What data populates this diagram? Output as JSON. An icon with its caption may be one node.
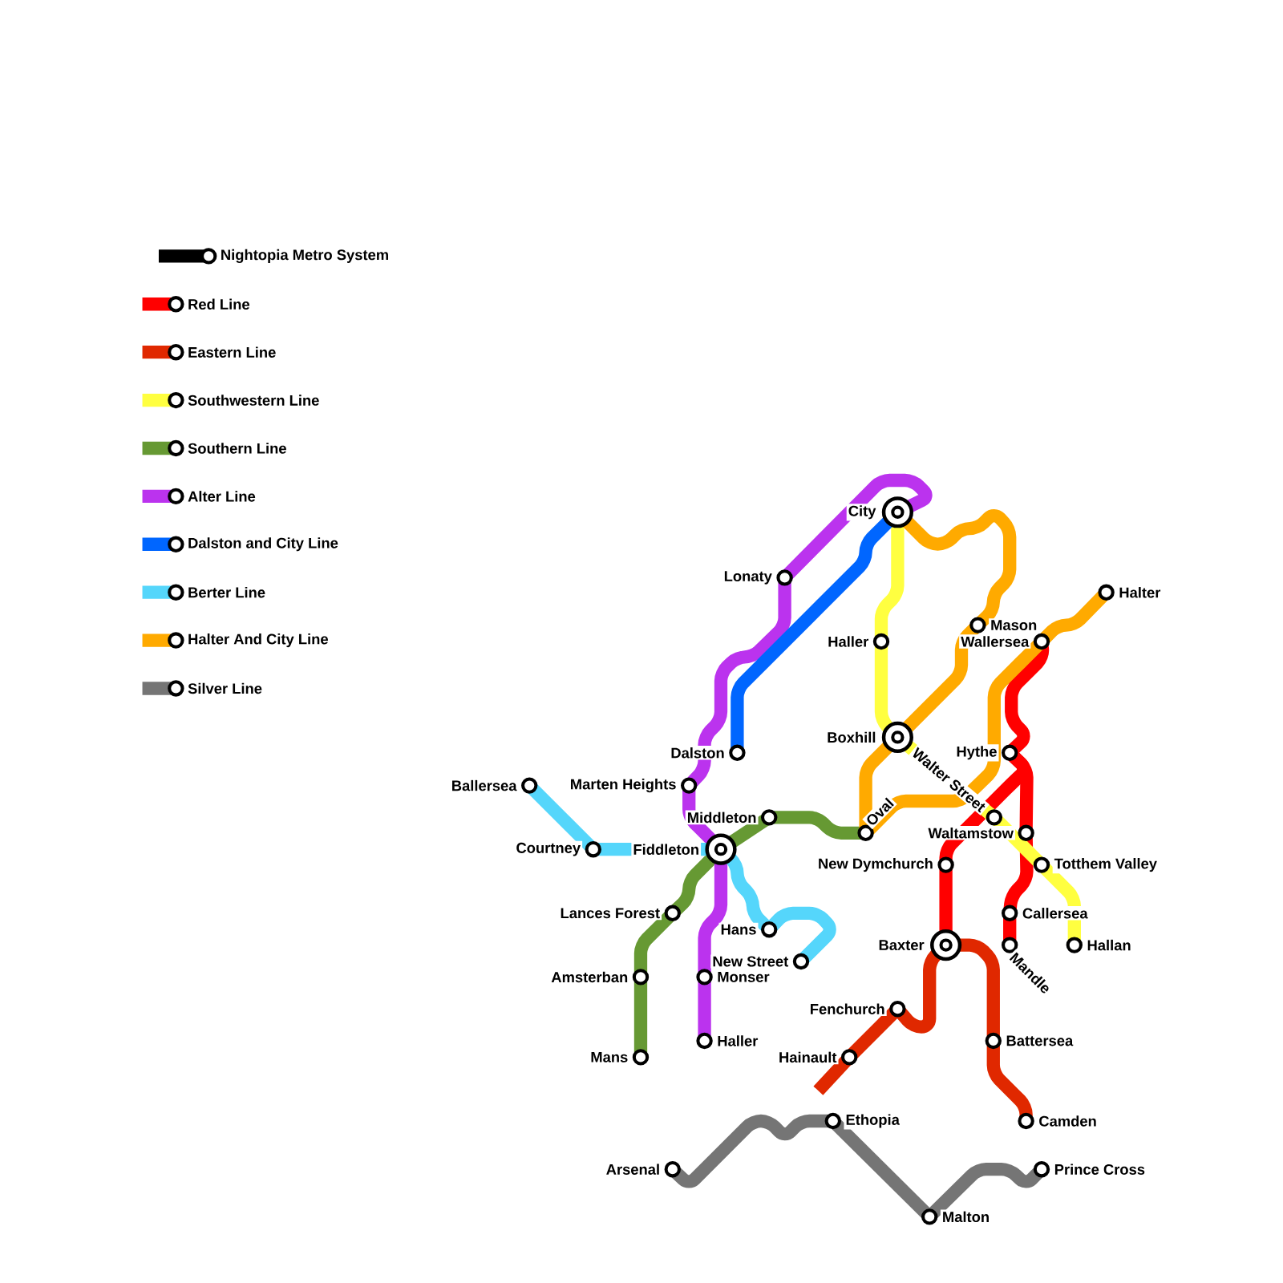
{
  "diagram": {
    "nodes": [
      {
        "text": [
          "City"
        ]
      },
      {
        "text": [
          "Lonaty"
        ]
      },
      {
        "text": [
          "Haller"
        ]
      },
      {
        "text": [
          "Mason"
        ]
      },
      {
        "text": [
          "Wallersea"
        ]
      },
      {
        "text": [
          "Halter"
        ]
      },
      {
        "text": [
          "Boxhill"
        ]
      },
      {
        "text": [
          "Hythe"
        ]
      },
      {
        "text": [
          "Dalston"
        ]
      },
      {
        "text": [
          "Ballersea"
        ]
      },
      {
        "text": [
          "Marten Heights"
        ]
      },
      {
        "text": [
          "Walter Street"
        ]
      },
      {
        "text": [
          "Middleton"
        ]
      },
      {
        "text": [
          "Oval"
        ]
      },
      {
        "text": [
          "Waltamstow"
        ]
      },
      {
        "text": [
          "Courtney"
        ]
      },
      {
        "text": [
          "Fiddleton"
        ]
      },
      {
        "text": [
          "New Dymchurch"
        ]
      },
      {
        "text": [
          "Totthem Valley"
        ]
      },
      {
        "text": [
          "Lances Forest"
        ]
      },
      {
        "text": [
          "Callersea"
        ]
      },
      {
        "text": [
          "Hans"
        ]
      },
      {
        "text": [
          "Baxter"
        ]
      },
      {
        "text": [
          "Mandle"
        ]
      },
      {
        "text": [
          "Hallan"
        ]
      },
      {
        "text": [
          "New Street"
        ]
      },
      {
        "text": [
          "Amsterban"
        ]
      },
      {
        "text": [
          "Monser"
        ]
      },
      {
        "text": [
          "Fenchurch"
        ]
      },
      {
        "text": [
          "Haller"
        ]
      },
      {
        "text": [
          "Battersea"
        ]
      },
      {
        "text": [
          "Hainault"
        ]
      },
      {
        "text": [
          "Mans"
        ]
      },
      {
        "text": [
          "Ethopia"
        ]
      },
      {
        "text": [
          "Camden"
        ]
      },
      {
        "text": [
          "Arsenal"
        ]
      },
      {
        "text": [
          "Prince Cross"
        ]
      },
      {
        "text": [
          "Malton"
        ]
      }
    ],
    "edges": [
      {
        "from": 4,
        "to": 7,
        "arrow": "none",
        "color": "#ff0000"
      },
      {
        "from": 7,
        "to": 14,
        "arrow": "none",
        "color": "#ff0000"
      },
      {
        "from": 17,
        "to": 7,
        "arrow": "none",
        "color": "#ff0000"
      },
      {
        "from": 14,
        "to": 20,
        "arrow": "none",
        "color": "#ff0000"
      },
      {
        "from": 20,
        "to": 23,
        "arrow": "none",
        "color": "#ff0000"
      },
      {
        "from": 17,
        "to": 22,
        "arrow": "none",
        "color": "#ff0000"
      },
      {
        "from": null,
        "to": 31,
        "arrow": "none",
        "color": "#e02800"
      },
      {
        "from": 31,
        "to": 28,
        "arrow": "none",
        "color": "#e02800"
      },
      {
        "from": 28,
        "to": 22,
        "arrow": "none",
        "color": "#e02800"
      },
      {
        "from": 22,
        "to": 30,
        "arrow": "none",
        "color": "#e02800"
      },
      {
        "from": 30,
        "to": 34,
        "arrow": "none",
        "color": "#e02800"
      },
      {
        "from": 0,
        "to": 2,
        "arrow": "none",
        "color": "#ffff40"
      },
      {
        "from": 2,
        "to": 6,
        "arrow": "none",
        "color": "#ffff40"
      },
      {
        "from": 6,
        "to": 11,
        "arrow": "none",
        "color": "#ffff40"
      },
      {
        "from": 11,
        "to": 18,
        "arrow": "none",
        "color": "#ffff40"
      },
      {
        "from": 18,
        "to": 24,
        "arrow": "none",
        "color": "#ffff40"
      },
      {
        "from": 32,
        "to": 26,
        "arrow": "none",
        "color": "#669933"
      },
      {
        "from": 26,
        "to": 19,
        "arrow": "none",
        "color": "#669933"
      },
      {
        "from": 19,
        "to": 16,
        "arrow": "none",
        "color": "#669933"
      },
      {
        "from": 16,
        "to": 12,
        "arrow": "none",
        "color": "#669933"
      },
      {
        "from": 12,
        "to": 13,
        "arrow": "none",
        "color": "#669933"
      },
      {
        "from": 0,
        "to": 1,
        "arrow": "none",
        "color": "#bb33ee"
      },
      {
        "from": 1,
        "to": 10,
        "arrow": "none",
        "color": "#bb33ee"
      },
      {
        "from": 10,
        "to": 16,
        "arrow": "none",
        "color": "#bb33ee"
      },
      {
        "from": 16,
        "to": 27,
        "arrow": "none",
        "color": "#bb33ee"
      },
      {
        "from": 27,
        "to": 29,
        "arrow": "none",
        "color": "#bb33ee"
      },
      {
        "from": 0,
        "to": 8,
        "arrow": "none",
        "color": "#0066ff"
      },
      {
        "from": 9,
        "to": 15,
        "arrow": "none",
        "color": "#55d6fb"
      },
      {
        "from": 15,
        "to": 16,
        "arrow": "none",
        "color": "#55d6fb"
      },
      {
        "from": 16,
        "to": 21,
        "arrow": "none",
        "color": "#55d6fb"
      },
      {
        "from": 21,
        "to": 25,
        "arrow": "none",
        "color": "#55d6fb"
      },
      {
        "from": 0,
        "to": 3,
        "arrow": "none",
        "color": "#ffaa00"
      },
      {
        "from": 3,
        "to": 6,
        "arrow": "none",
        "color": "#ffaa00"
      },
      {
        "from": 6,
        "to": 13,
        "arrow": "none",
        "color": "#ffaa00"
      },
      {
        "from": 13,
        "to": 4,
        "arrow": "none",
        "color": "#ffaa00"
      },
      {
        "from": 4,
        "to": 5,
        "arrow": "none",
        "color": "#ffaa00"
      },
      {
        "from": 35,
        "to": 33,
        "arrow": "none",
        "color": "#757575"
      },
      {
        "from": 33,
        "to": 37,
        "arrow": "none",
        "color": "#757575"
      },
      {
        "from": 37,
        "to": 36,
        "arrow": "none",
        "color": "#757575"
      }
    ],
    "legend": [
      {
        "text": "Nightopia Metro System",
        "color": "#000000"
      },
      {
        "text": "Red Line",
        "color": "#ff0000"
      },
      {
        "text": "Eastern Line",
        "color": "#e02800"
      },
      {
        "text": "Southwestern Line",
        "color": "#ffff40"
      },
      {
        "text": "Southern Line",
        "color": "#669933"
      },
      {
        "text": "Alter Line",
        "color": "#bb33ee"
      },
      {
        "text": "Dalston and City Line",
        "color": "#0066ff"
      },
      {
        "text": "Berter Line",
        "color": "#55d6fb"
      },
      {
        "text": "Halter And City Line",
        "color": "#ffaa00"
      },
      {
        "text": "Silver Line",
        "color": "#757575"
      }
    ]
  }
}
